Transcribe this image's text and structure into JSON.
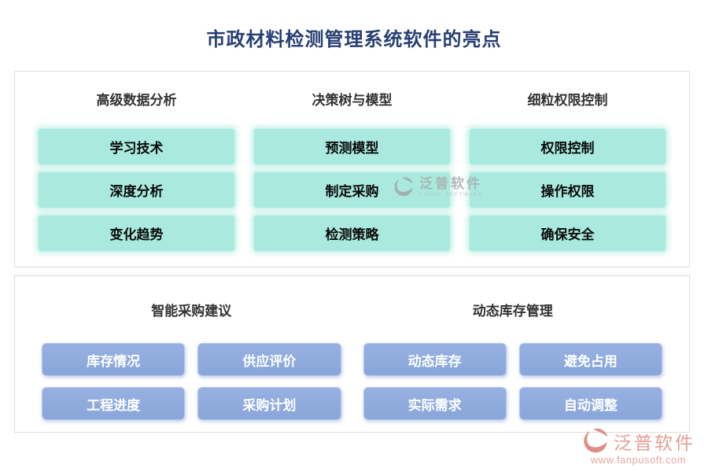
{
  "title": "市政材料检测管理系统软件的亮点",
  "top_section": {
    "columns": [
      {
        "header": "高级数据分析",
        "items": [
          "学习技术",
          "深度分析",
          "变化趋势"
        ]
      },
      {
        "header": "决策树与模型",
        "items": [
          "预测模型",
          "制定采购",
          "检测策略"
        ]
      },
      {
        "header": "细粒权限控制",
        "items": [
          "权限控制",
          "操作权限",
          "确保安全"
        ]
      }
    ]
  },
  "bottom_section": {
    "groups": [
      {
        "header": "智能采购建议",
        "items": [
          "库存情况",
          "供应评价",
          "工程进度",
          "采购计划"
        ]
      },
      {
        "header": "动态库存管理",
        "items": [
          "动态库存",
          "避免占用",
          "实际需求",
          "自动调整"
        ]
      }
    ]
  },
  "watermarks": {
    "center": {
      "brand": "泛普软件",
      "sub": "FANPU SOFTWARE"
    },
    "corner": {
      "brand": "泛普软件",
      "url": "www.fanpusoft.com"
    }
  },
  "colors": {
    "title_navy": "#273f72",
    "teal_chip": "#a9e9de",
    "blue_chip": "#90abdd",
    "panel_border": "#dddddd",
    "watermark_salmon": "#e59c94",
    "watermark_gray": "#a9aeac"
  }
}
